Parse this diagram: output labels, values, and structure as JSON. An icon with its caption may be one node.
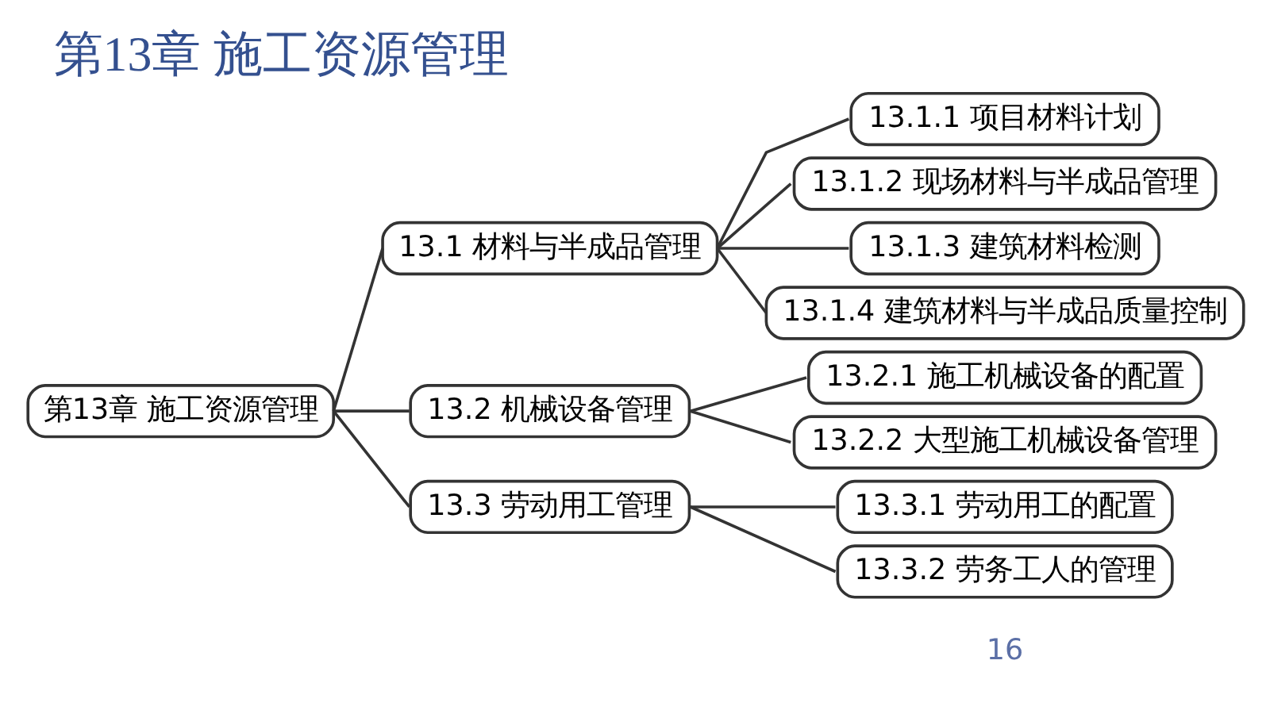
{
  "diagram": {
    "title": "第13章 施工资源管理",
    "nodes": [
      {
        "text": [
          "第13章 施工资源管理"
        ]
      },
      {
        "text": [
          "13.1 材料与半成品管理"
        ]
      },
      {
        "text": [
          "13.1.1 项目材料计划"
        ]
      },
      {
        "text": [
          "13.1.2 现场材料与半成品管理"
        ]
      },
      {
        "text": [
          "13.1.3 建筑材料检测"
        ]
      },
      {
        "text": [
          "13.1.4 建筑材料与半成品质量控制"
        ]
      },
      {
        "text": [
          "13.2 机械设备管理"
        ]
      },
      {
        "text": [
          "13.2.1 施工机械设备的配置"
        ]
      },
      {
        "text": [
          "13.2.2 大型施工机械设备管理"
        ]
      },
      {
        "text": [
          "13.3 劳动用工管理"
        ]
      },
      {
        "text": [
          "13.3.1 劳动用工的配置"
        ]
      },
      {
        "text": [
          "13.3.2 劳务工人的管理"
        ]
      }
    ],
    "edges": [
      {
        "from": 0,
        "to": 1,
        "arrow": "none"
      },
      {
        "from": 1,
        "to": 2,
        "arrow": "none"
      },
      {
        "from": 1,
        "to": 3,
        "arrow": "none"
      },
      {
        "from": 1,
        "to": 4,
        "arrow": "none"
      },
      {
        "from": 1,
        "to": 5,
        "arrow": "none"
      },
      {
        "from": 0,
        "to": 6,
        "arrow": "none"
      },
      {
        "from": 6,
        "to": 7,
        "arrow": "none"
      },
      {
        "from": 6,
        "to": 8,
        "arrow": "none"
      },
      {
        "from": 0,
        "to": 9,
        "arrow": "none"
      },
      {
        "from": 9,
        "to": 10,
        "arrow": "none"
      },
      {
        "from": 9,
        "to": 11,
        "arrow": "none"
      }
    ],
    "labels": [
      "16"
    ]
  }
}
